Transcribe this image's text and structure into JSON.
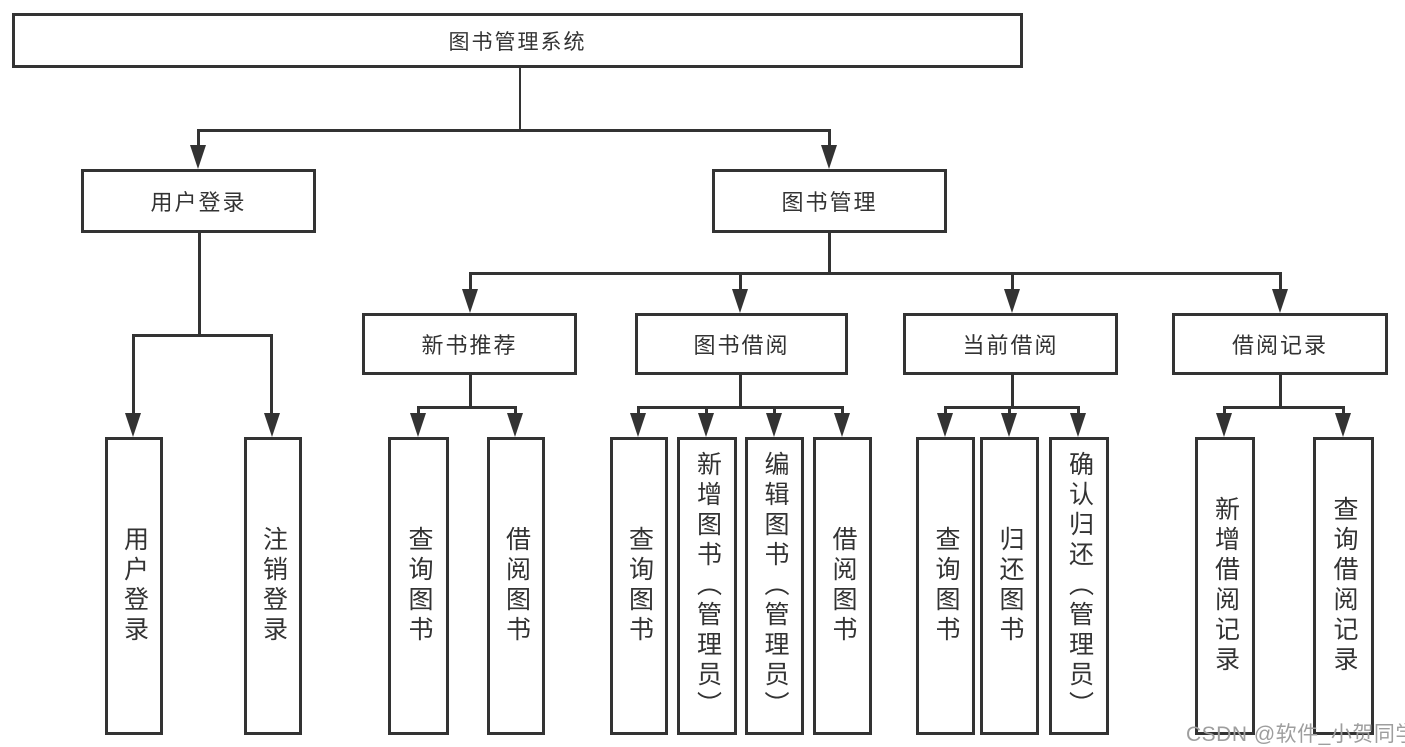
{
  "diagram": {
    "title_node": {
      "label": "图书管理系统"
    },
    "level2": [
      {
        "label": "用户登录"
      },
      {
        "label": "图书管理"
      }
    ],
    "level3": [
      {
        "label": "新书推荐",
        "parent": "图书管理"
      },
      {
        "label": "图书借阅",
        "parent": "图书管理"
      },
      {
        "label": "当前借阅",
        "parent": "图书管理"
      },
      {
        "label": "借阅记录",
        "parent": "图书管理"
      }
    ],
    "leaves": [
      {
        "label": "用户登录",
        "parent": "用户登录"
      },
      {
        "label": "注销登录",
        "parent": "用户登录"
      },
      {
        "label": "查询图书",
        "parent": "新书推荐"
      },
      {
        "label": "借阅图书",
        "parent": "新书推荐"
      },
      {
        "label": "查询图书",
        "parent": "图书借阅"
      },
      {
        "label": "新增图书（管理员）",
        "parent": "图书借阅"
      },
      {
        "label": "编辑图书（管理员）",
        "parent": "图书借阅"
      },
      {
        "label": "借阅图书",
        "parent": "图书借阅"
      },
      {
        "label": "查询图书",
        "parent": "当前借阅"
      },
      {
        "label": "归还图书",
        "parent": "当前借阅"
      },
      {
        "label": "确认归还（管理员）",
        "parent": "当前借阅"
      },
      {
        "label": "新增借阅记录",
        "parent": "借阅记录"
      },
      {
        "label": "查询借阅记录",
        "parent": "借阅记录"
      }
    ],
    "watermark": "CSDN @软件_小贺同学",
    "colors": {
      "line": "#333333",
      "text": "#333333",
      "background": "#ffffff",
      "watermark": "#9e9e9e"
    }
  }
}
